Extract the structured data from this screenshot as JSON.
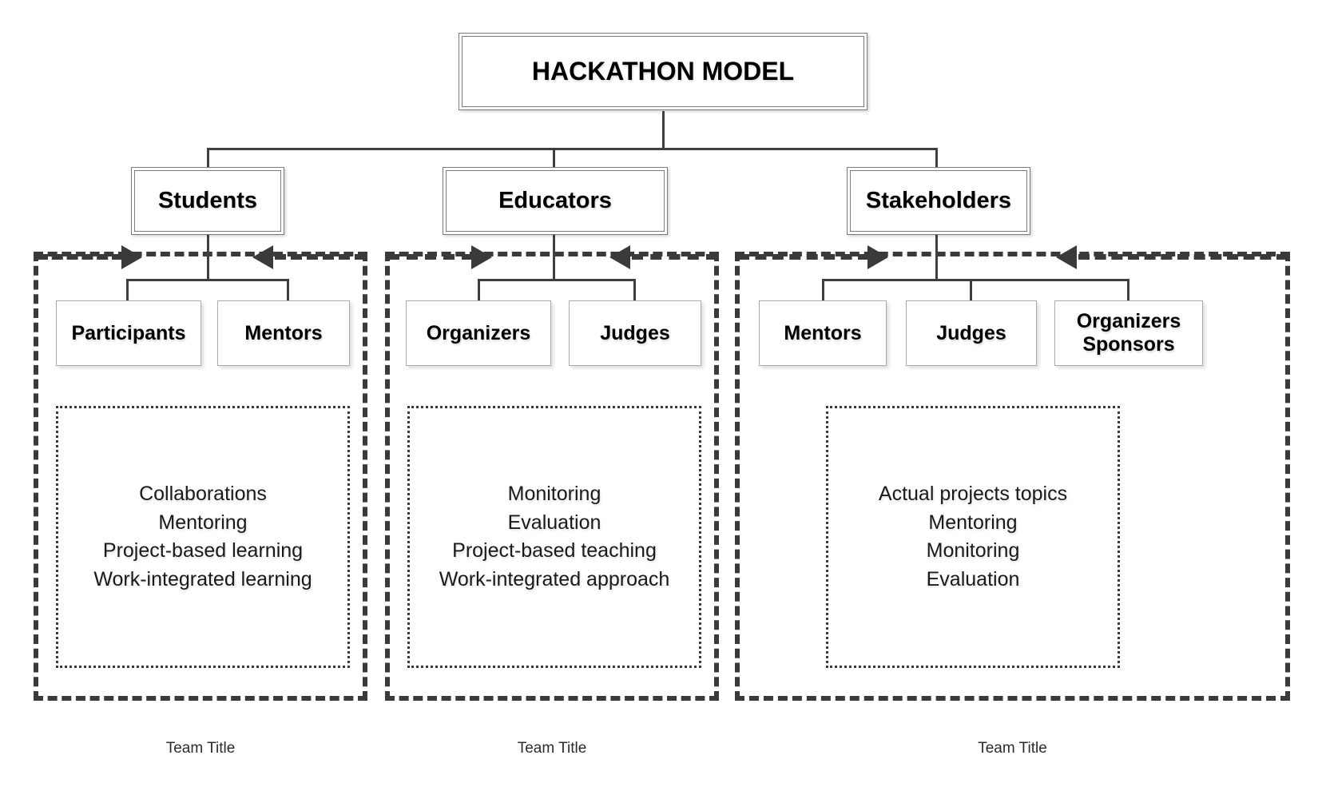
{
  "diagram": {
    "title": "HACKATHON MODEL",
    "branches": [
      {
        "name": "Students",
        "roles": [
          "Participants",
          "Mentors"
        ],
        "activities": [
          "Collaborations",
          "Mentoring",
          "Project-based learning",
          "Work-integrated learning"
        ],
        "team_title": "Team Title"
      },
      {
        "name": "Educators",
        "roles": [
          "Organizers",
          "Judges"
        ],
        "activities": [
          "Monitoring",
          "Evaluation",
          "Project-based teaching",
          "Work-integrated approach"
        ],
        "team_title": "Team Title"
      },
      {
        "name": "Stakeholders",
        "roles": [
          "Mentors",
          "Judges",
          "Organizers\nSponsors"
        ],
        "activities": [
          "Actual projects topics",
          "Mentoring",
          "Monitoring",
          "Evaluation"
        ],
        "team_title": "Team Title"
      }
    ],
    "colors": {
      "line": "#3f3f3f",
      "dash": "#3a3a3a",
      "box_border": "#7b7b7b",
      "text": "#000000",
      "background": "#ffffff"
    }
  }
}
